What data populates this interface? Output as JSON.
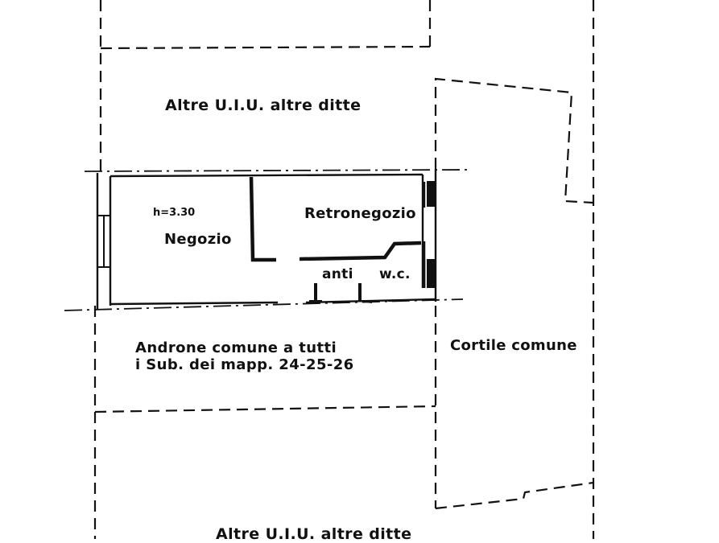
{
  "labels": {
    "top_units": "Altre U.I.U. altre ditte",
    "room_height": "h=3.30",
    "shop": "Negozio",
    "back_shop": "Retronegozio",
    "anteroom": "anti",
    "wc": "w.c.",
    "hallway_line1": "Androne comune a tutti",
    "hallway_line2": "i Sub. dei mapp. 24-25-26",
    "courtyard": "Cortile comune",
    "bottom_units": "Altre U.I.U. altre ditte"
  }
}
